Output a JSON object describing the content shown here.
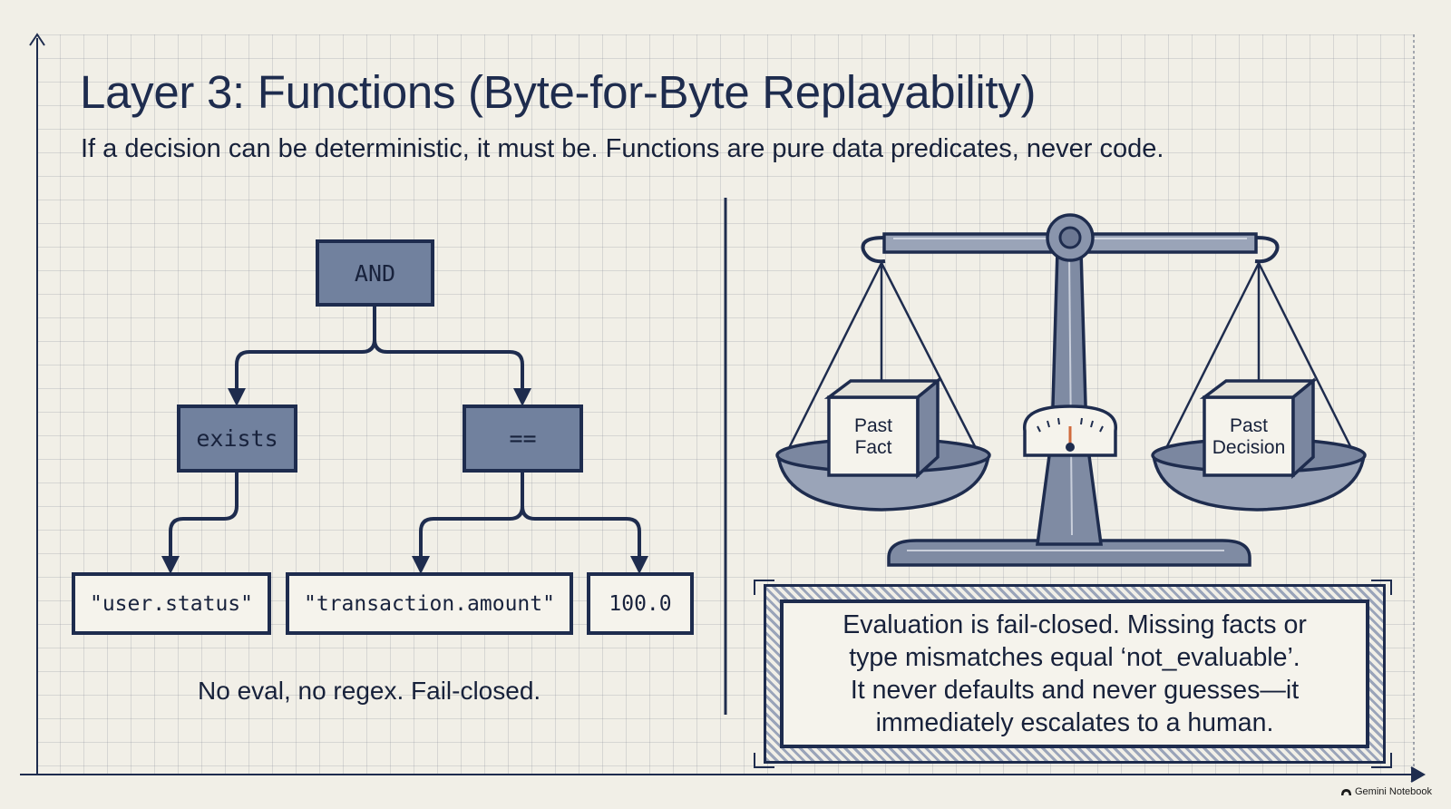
{
  "slide": {
    "title": "Layer 3: Functions (Byte-for-Byte Replayability)",
    "subtitle": "If a decision can be deterministic, it must be. Functions are pure data predicates, never code."
  },
  "tree": {
    "root": "AND",
    "left_op": "exists",
    "right_op": "==",
    "leaf_1": "\"user.status\"",
    "leaf_2": "\"transaction.amount\"",
    "leaf_3": "100.0",
    "caption": "No eval, no regex. Fail-closed."
  },
  "scale": {
    "left_box": [
      "Past",
      "Fact"
    ],
    "right_box": [
      "Past",
      "Decision"
    ]
  },
  "note": {
    "lines": [
      "Evaluation is fail-closed. Missing facts or",
      "type mismatches equal ‘not_evaluable’.",
      "It never defaults and never guesses—it",
      "immediately escalates to a human."
    ]
  },
  "branding": {
    "label": "Gemini Notebook",
    "icon": "notebook-icon"
  },
  "colors": {
    "background": "#f1efe7",
    "ink": "#1e2c4e",
    "operator_fill": "#71819e",
    "metal": "#7f8ba3"
  }
}
